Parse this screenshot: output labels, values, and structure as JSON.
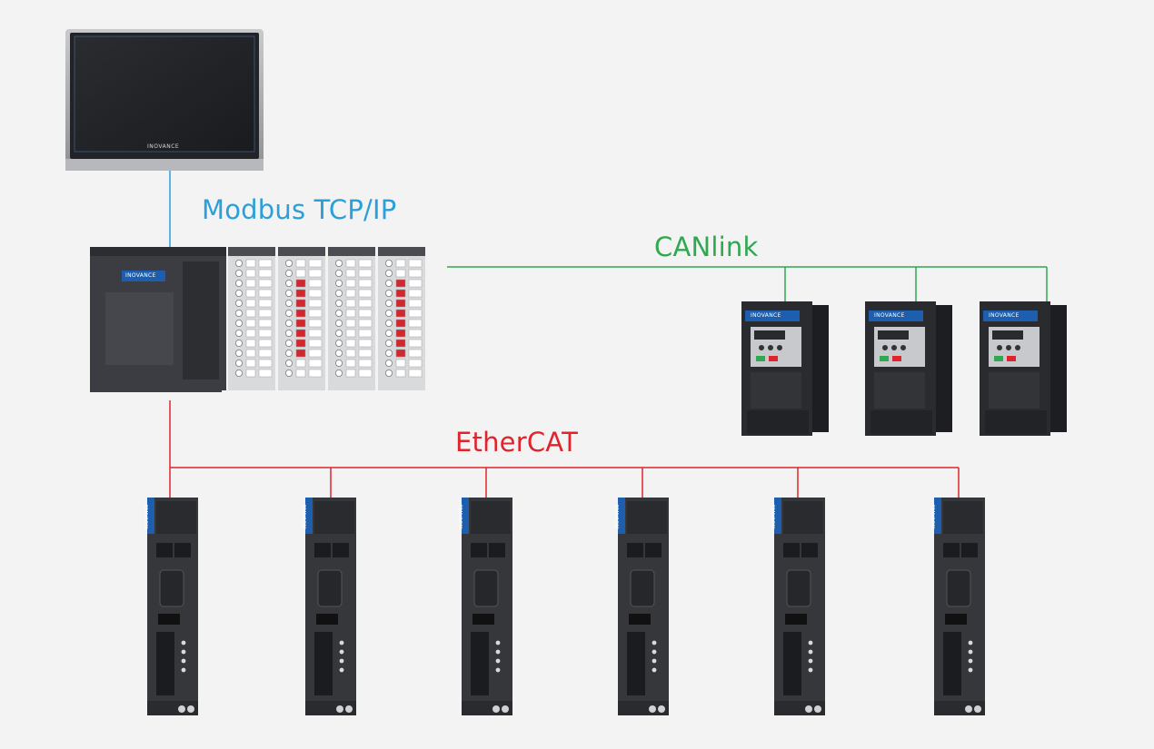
{
  "colors": {
    "background": "#f3f3f4",
    "modbus": "#2a9fd8",
    "canlink": "#2fa84f",
    "ethercat": "#e0242b"
  },
  "networks": {
    "modbus_label": "Modbus TCP/IP",
    "canlink_label": "CANlink",
    "ethercat_label": "EtherCAT"
  },
  "devices": {
    "hmi": {
      "brand": "INOVANCE",
      "icon": "hmi-touchscreen-icon"
    },
    "plc": {
      "brand": "INOVANCE",
      "icon": "plc-rack-icon"
    },
    "inverters": [
      {
        "brand": "INOVANCE"
      },
      {
        "brand": "INOVANCE"
      },
      {
        "brand": "INOVANCE"
      }
    ],
    "servo_drives": [
      {
        "brand": "INOVANCE"
      },
      {
        "brand": "INOVANCE"
      },
      {
        "brand": "INOVANCE"
      },
      {
        "brand": "INOVANCE"
      },
      {
        "brand": "INOVANCE"
      },
      {
        "brand": "INOVANCE"
      }
    ]
  }
}
